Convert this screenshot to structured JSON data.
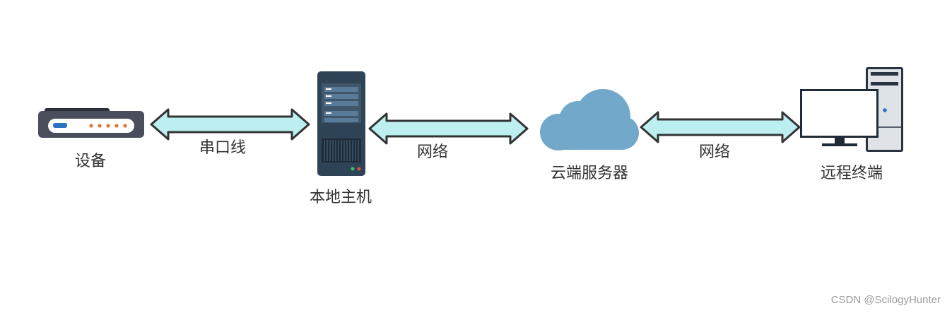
{
  "nodes": {
    "device": {
      "label": "设备",
      "icon": "modem-icon"
    },
    "local_host": {
      "label": "本地主机",
      "icon": "server-tower-icon"
    },
    "cloud_server": {
      "label": "云端服务器",
      "icon": "cloud-icon"
    },
    "remote_terminal": {
      "label": "远程终端",
      "icon": "desktop-computer-icon"
    }
  },
  "links": [
    {
      "label": "串口线"
    },
    {
      "label": "网络"
    },
    {
      "label": "网络"
    }
  ],
  "watermark": "CSDN @ScilogyHunter",
  "colors": {
    "arrow_fill": "#bdeef0",
    "arrow_stroke": "#333333",
    "cloud": "#72a9cb",
    "server_body": "#2e4356",
    "modem_body": "#4a4e5c",
    "modem_blue_led": "#2a72c4",
    "modem_orange_led": "#e0763a"
  }
}
